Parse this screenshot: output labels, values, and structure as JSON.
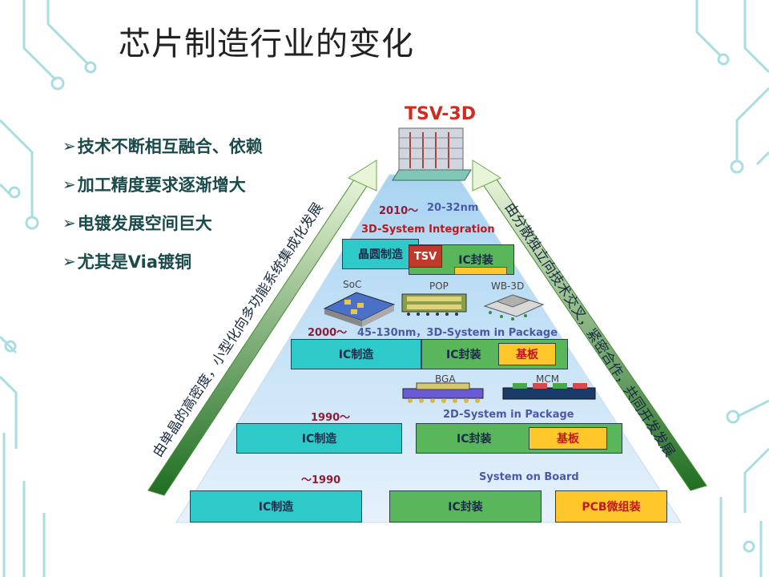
{
  "slide": {
    "title": "芯片制造行业的变化",
    "bullets": [
      "技术不断相互融合、依赖",
      "加工精度要求逐渐增大",
      "电镀发展空间巨大",
      "尤其是Via镀铜"
    ]
  },
  "pyramid": {
    "top_label": "TSV-3D",
    "left_arrow_text": "由单晶的高密度，小型化向多功能系统集成化发展",
    "right_arrow_text": "由分散独立向技术交叉，紧密合作，共同开发发展",
    "tier4": {
      "era": "2010～",
      "nm": "20-32nm",
      "caption": "3D-System Integration",
      "boxes": [
        "晶圆制造",
        "TSV",
        "IC封装"
      ]
    },
    "tier3": {
      "small_labels": [
        "SoC",
        "POP",
        "WB-3D"
      ],
      "era": "2000～",
      "nm": "45-130nm，3D-System in Package",
      "boxes": [
        "IC制造",
        "IC封装",
        "基板"
      ]
    },
    "tier2": {
      "small_labels": [
        "BGA",
        "MCM"
      ],
      "era": "1990～",
      "caption": "2D-System in Package",
      "boxes": [
        "IC制造",
        "IC封装",
        "基板"
      ]
    },
    "tier1": {
      "era": "～1990",
      "caption": "System on Board",
      "boxes": [
        "IC制造",
        "IC封装",
        "PCB微组装"
      ]
    }
  },
  "colors": {
    "ic_make": "#2ec9c9",
    "ic_pack": "#5ab65a",
    "board": "#ffc72a",
    "tsv": "#c0392b",
    "arrow_green": "#2e8a2e"
  }
}
